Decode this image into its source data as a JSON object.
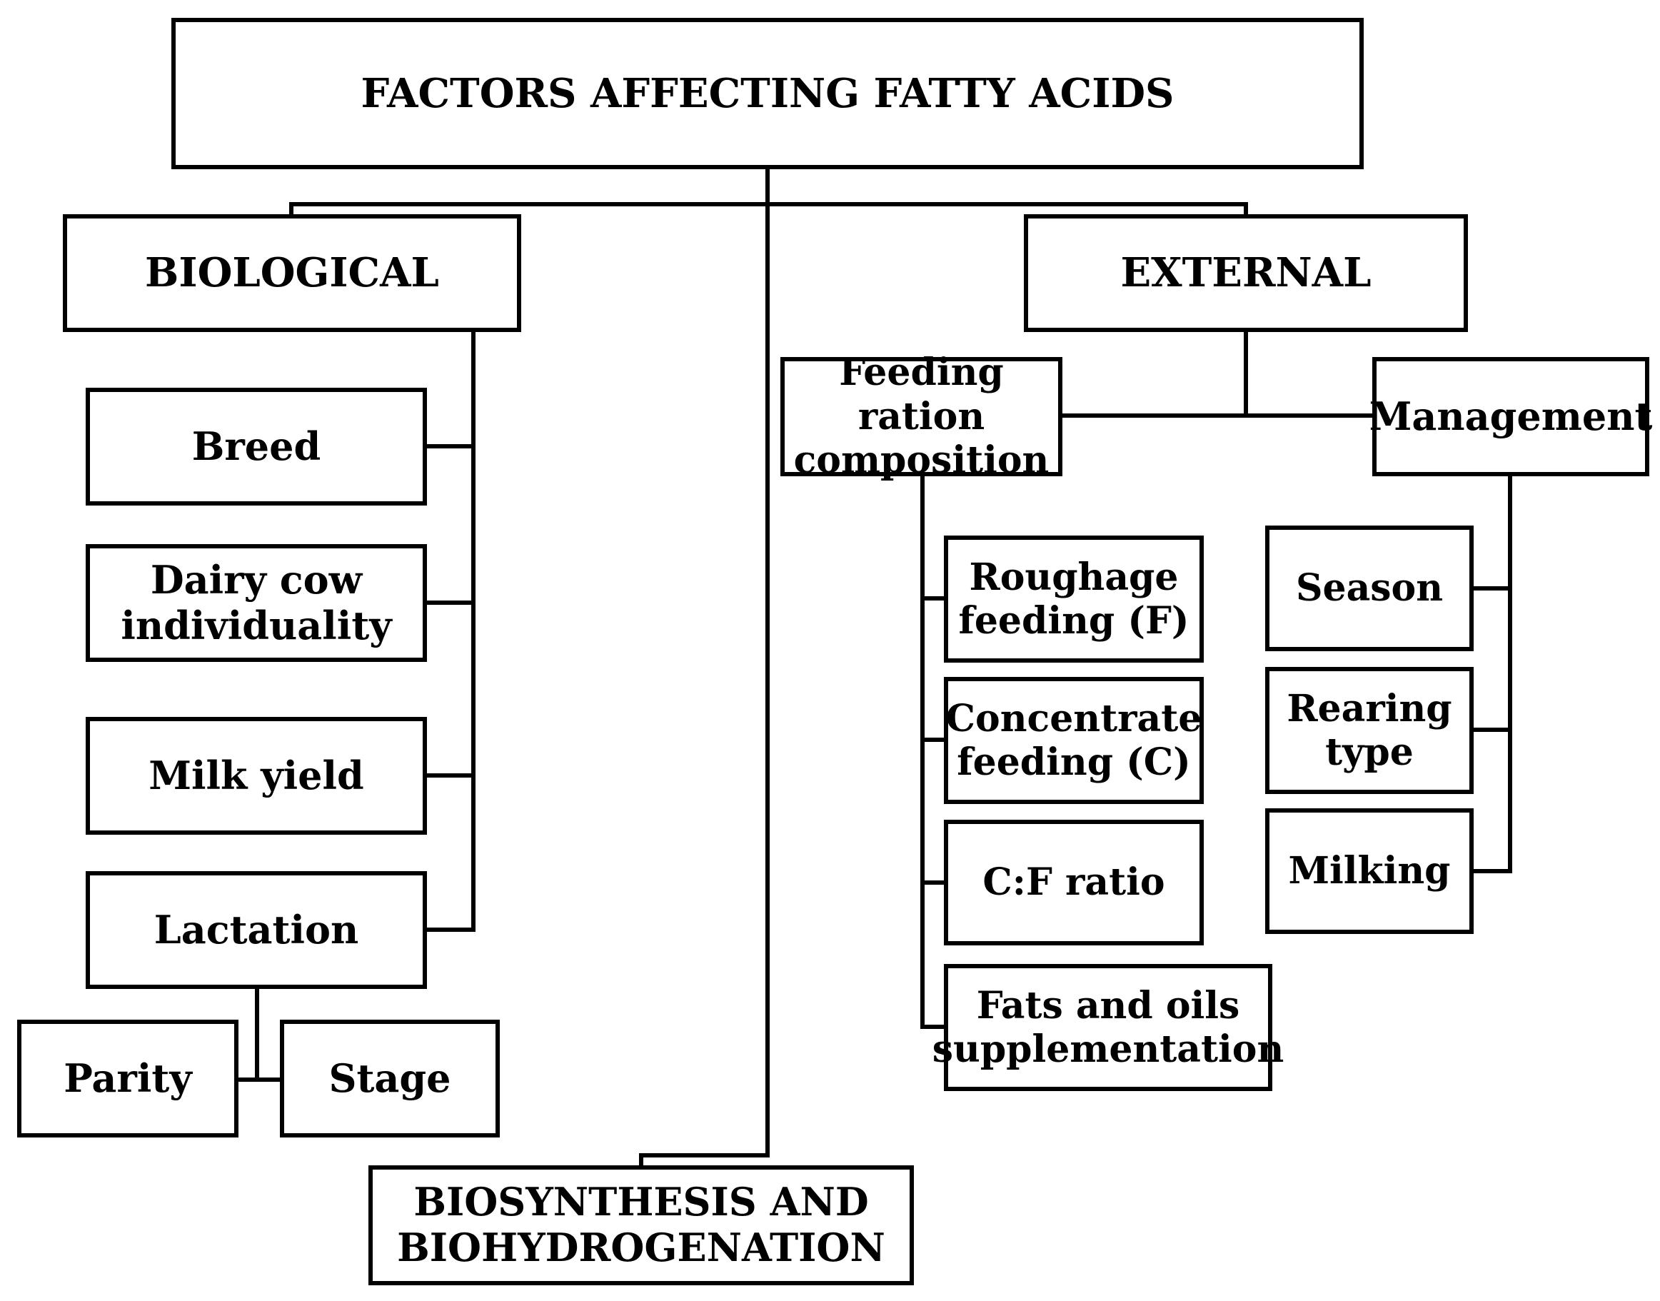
{
  "title": "FACTORS AFFECTING FATTY ACIDS",
  "biological": {
    "label": "BIOLOGICAL",
    "items": [
      "Breed",
      "Dairy cow\nindividuality",
      "Milk yield",
      "Lactation"
    ],
    "lactation_children": [
      "Parity",
      "Stage"
    ]
  },
  "external": {
    "label": "EXTERNAL",
    "feeding": {
      "label": "Feeding ration\ncomposition",
      "items": [
        "Roughage\nfeeding (F)",
        "Concentrate\nfeeding (C)",
        "C:F ratio",
        "Fats and oils\nsupplementation"
      ]
    },
    "management": {
      "label": "Management",
      "items": [
        "Season",
        "Rearing\ntype",
        "Milking"
      ]
    }
  },
  "biosynthesis": "BIOSYNTHESIS AND\nBIOHYDROGENATION"
}
